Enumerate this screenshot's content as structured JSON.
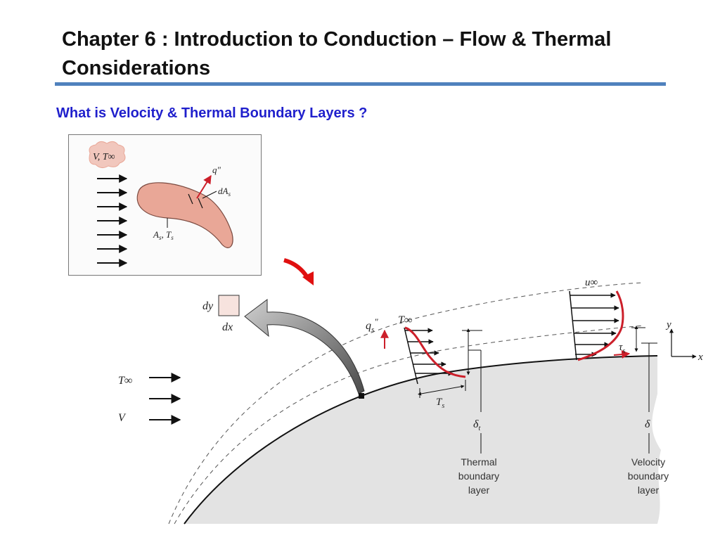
{
  "slide": {
    "title_line1": "Chapter 6  : Introduction to Conduction – Flow & Thermal",
    "title_line2": "Considerations",
    "subtitle": "What is Velocity & Thermal Boundary Layers ?",
    "accent_color": "#4f81bd",
    "subtitle_color": "#1f1fcc"
  },
  "inset": {
    "freestream_label": "V, T∞",
    "heat_flux_label": "q\"",
    "area_element_label": "dA",
    "area_element_sub": "s",
    "surface_label": "A",
    "surface_sub": "s",
    "surface_temp": "T",
    "surface_temp_sub": "s",
    "body_color": "#e9a797"
  },
  "diagram": {
    "element_dy": "dy",
    "element_dx": "dx",
    "inflow_temp": "T∞",
    "inflow_velocity": "V",
    "heat_flux": "q",
    "heat_flux_sub": "s",
    "heat_flux_sup": "\"",
    "thermal_freestream": "T∞",
    "surface_temp": "T",
    "surface_temp_sub": "s",
    "delta_t": "δ",
    "delta_t_sub": "t",
    "delta": "δ",
    "velocity_freestream": "u∞",
    "shear_stress": "τ",
    "shear_stress_sub": "s",
    "axis_x": "x",
    "axis_y": "y",
    "thermal_layer_label": [
      "Thermal",
      "boundary",
      "layer"
    ],
    "velocity_layer_label": [
      "Velocity",
      "boundary",
      "layer"
    ],
    "profile_color": "#cc1f2a"
  }
}
